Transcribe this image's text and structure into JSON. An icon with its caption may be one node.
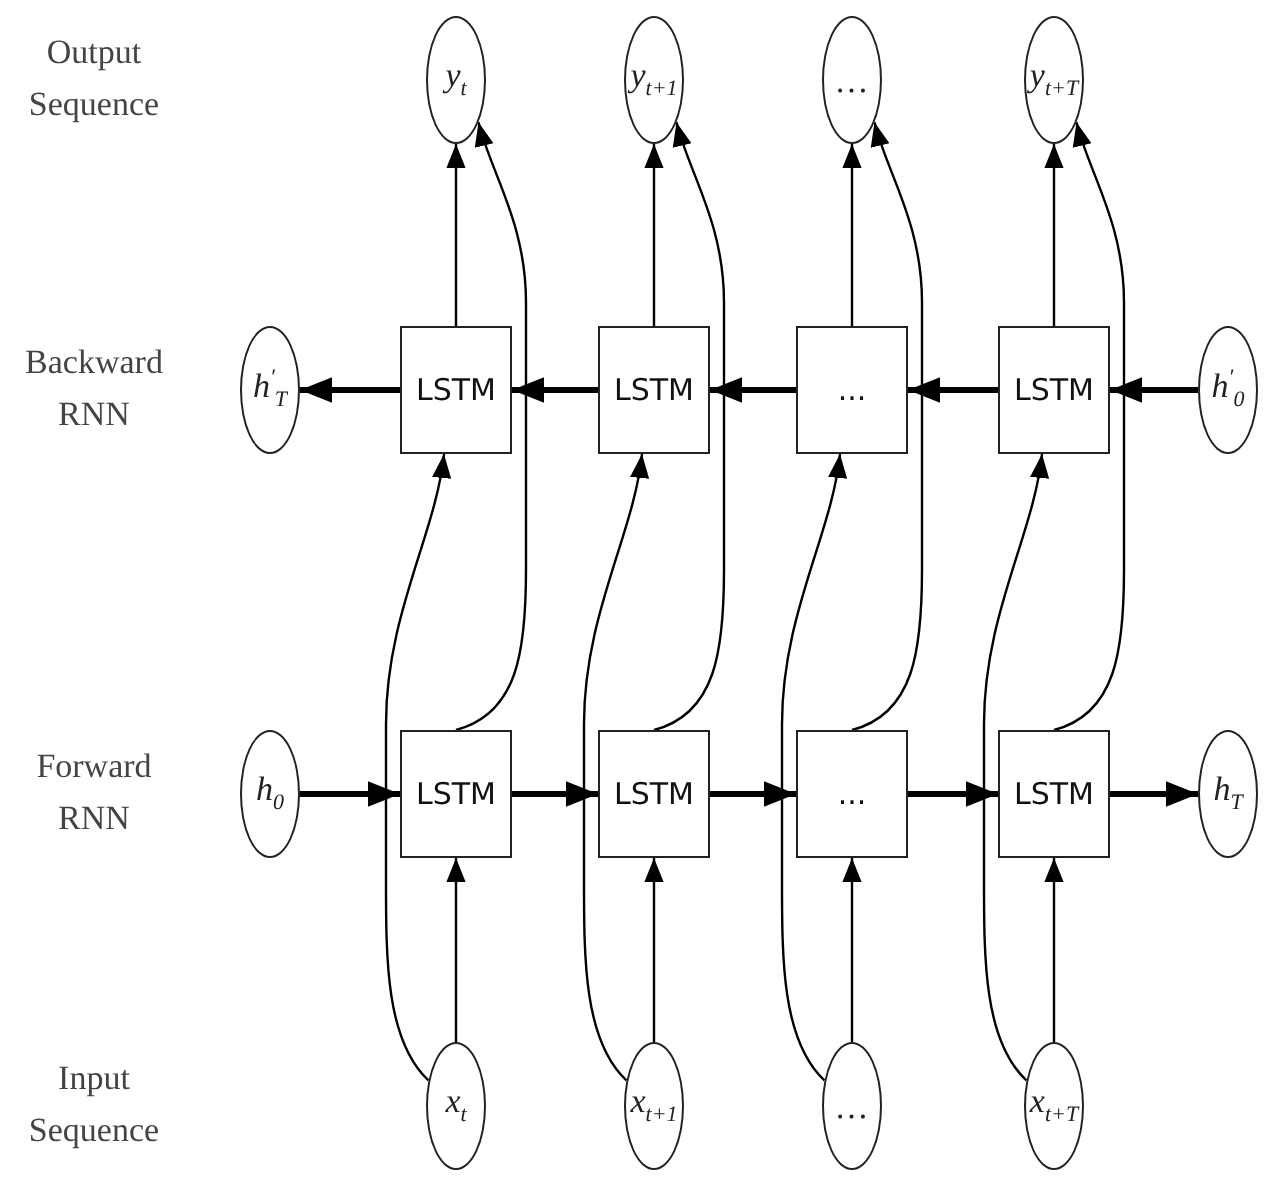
{
  "diagram": {
    "nodes": [
      {
        "text": [
          "y$_{t}$"
        ]
      },
      {
        "text": [
          "y$_{t+1}$"
        ]
      },
      {
        "text": [
          "…"
        ]
      },
      {
        "text": [
          "y$_{t+T}$"
        ]
      },
      {
        "text": [
          "h$^{′}$$_{T}$"
        ]
      },
      {
        "text": [
          "LSTM"
        ]
      },
      {
        "text": [
          "LSTM"
        ]
      },
      {
        "text": [
          "..."
        ]
      },
      {
        "text": [
          "LSTM"
        ]
      },
      {
        "text": [
          "h$^{′}$$_{0}$"
        ]
      },
      {
        "text": [
          "h$_{0}$"
        ]
      },
      {
        "text": [
          "LSTM"
        ]
      },
      {
        "text": [
          "LSTM"
        ]
      },
      {
        "text": [
          "..."
        ]
      },
      {
        "text": [
          "LSTM"
        ]
      },
      {
        "text": [
          "h$_{T}$"
        ]
      },
      {
        "text": [
          "x$_{t}$"
        ]
      },
      {
        "text": [
          "x$_{t+1}$"
        ]
      },
      {
        "text": [
          "…"
        ]
      },
      {
        "text": [
          "x$_{t+T}$"
        ]
      }
    ],
    "edges": [
      {
        "from": 10,
        "to": 11,
        "arrow": "to",
        "style": "thick"
      },
      {
        "from": 11,
        "to": 12,
        "arrow": "to",
        "style": "thick"
      },
      {
        "from": 12,
        "to": 13,
        "arrow": "to",
        "style": "thick"
      },
      {
        "from": 13,
        "to": 14,
        "arrow": "to",
        "style": "thick"
      },
      {
        "from": 14,
        "to": 15,
        "arrow": "to",
        "style": "thick"
      },
      {
        "from": 9,
        "to": 8,
        "arrow": "to",
        "style": "thick"
      },
      {
        "from": 8,
        "to": 7,
        "arrow": "to",
        "style": "thick"
      },
      {
        "from": 7,
        "to": 6,
        "arrow": "to",
        "style": "thick"
      },
      {
        "from": 6,
        "to": 5,
        "arrow": "to",
        "style": "thick"
      },
      {
        "from": 5,
        "to": 4,
        "arrow": "to",
        "style": "thick"
      },
      {
        "from": 16,
        "to": 11,
        "arrow": "to"
      },
      {
        "from": 17,
        "to": 12,
        "arrow": "to"
      },
      {
        "from": 18,
        "to": 13,
        "arrow": "to"
      },
      {
        "from": 19,
        "to": 14,
        "arrow": "to"
      },
      {
        "from": 16,
        "to": 5,
        "arrow": "to"
      },
      {
        "from": 17,
        "to": 6,
        "arrow": "to"
      },
      {
        "from": 18,
        "to": 7,
        "arrow": "to"
      },
      {
        "from": 19,
        "to": 8,
        "arrow": "to"
      },
      {
        "from": 11,
        "to": 0,
        "arrow": "to"
      },
      {
        "from": 12,
        "to": 1,
        "arrow": "to"
      },
      {
        "from": 13,
        "to": 2,
        "arrow": "to"
      },
      {
        "from": 14,
        "to": 3,
        "arrow": "to"
      },
      {
        "from": 5,
        "to": 0,
        "arrow": "to"
      },
      {
        "from": 6,
        "to": 1,
        "arrow": "to"
      },
      {
        "from": 7,
        "to": 2,
        "arrow": "to"
      },
      {
        "from": 8,
        "to": 3,
        "arrow": "to"
      }
    ],
    "labels": [
      "Output Sequence",
      "Backward RNN",
      "Forward RNN",
      "Input Sequence"
    ]
  }
}
